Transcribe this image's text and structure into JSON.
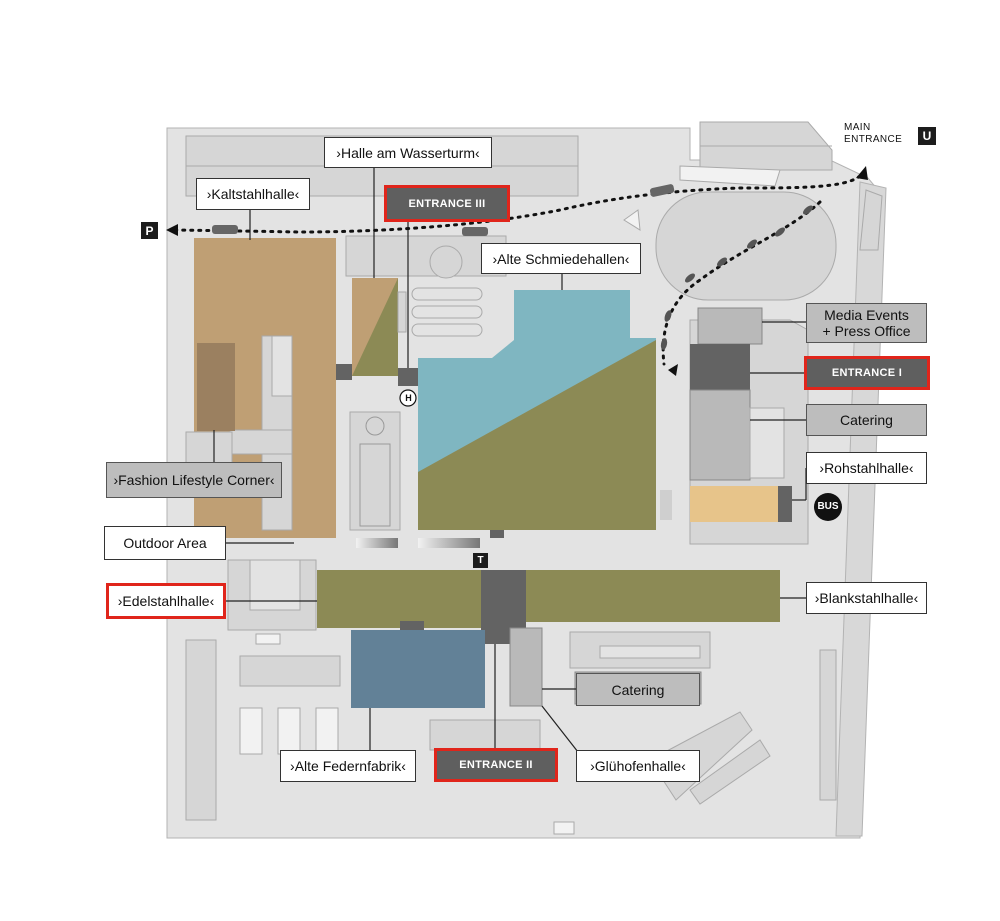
{
  "labels": {
    "halle_am_wasserturm": "›Halle am Wasserturm‹",
    "kaltstahlhalle": "›Kaltstahlhalle‹",
    "entrance_3": "ENTRANCE III",
    "alte_schmiedehallen": "›Alte Schmiedehallen‹",
    "media_events_line1": "Media Events",
    "media_events_line2": "+ Press Office",
    "entrance_1": "ENTRANCE I",
    "catering_north": "Catering",
    "rohstahlhalle": "›Rohstahlhalle‹",
    "fashion_lifestyle_corner": "›Fashion Lifestyle Corner‹",
    "outdoor_area": "Outdoor Area",
    "edelstahlhalle": "›Edelstahlhalle‹",
    "blankstahlhalle": "›Blankstahlhalle‹",
    "catering_south": "Catering",
    "alte_federnfabrik": "›Alte Federnfabrik‹",
    "entrance_2": "ENTRANCE II",
    "gluehofenhalle": "›Glühofenhalle‹",
    "main_entrance_line1": "MAIN",
    "main_entrance_line2": "ENTRANCE"
  },
  "symbols": {
    "parking": "P",
    "subway": "U",
    "bus": "BUS",
    "helipad": "H",
    "tram": "T"
  },
  "colors": {
    "ground": "#e3e3e3",
    "building": "#d6d6d6",
    "outline": "#aaaaaa",
    "tan": "#bf9f74",
    "olive": "#8c8a55",
    "teal": "#7fb6c1",
    "slate": "#628197",
    "dark_grey": "#636363",
    "mid_grey": "#b9b9b9",
    "sand": "#e7c48a",
    "entrance_red": "#e0251b"
  }
}
